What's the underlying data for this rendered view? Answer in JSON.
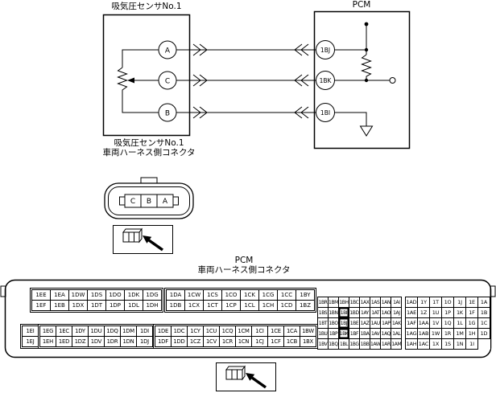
{
  "page": {
    "background": "#ffffff",
    "line_color": "#000000"
  },
  "circuit": {
    "sensor": {
      "label": "吸気圧センサNo.1",
      "pins": [
        "A",
        "C",
        "B"
      ]
    },
    "pcm": {
      "label": "PCM",
      "pins": [
        "1BJ",
        "1BK",
        "1BI"
      ]
    }
  },
  "sensor_connector": {
    "caption_line1": "吸気圧センサNo.1",
    "caption_line2": "車両ハーネス側コネクタ",
    "cells": [
      "C",
      "B",
      "A"
    ]
  },
  "pcm_connector": {
    "caption_line1": "PCM",
    "caption_line2": "車両ハーネス側コネクタ",
    "highlighted": [
      "1BI",
      "1BJ",
      "1BK"
    ],
    "left_top_group1": [
      [
        "1EE",
        "1EA",
        "1DW",
        "1DS",
        "1DO",
        "1DK",
        "1DG"
      ],
      [
        "1EF",
        "1EB",
        "1DX",
        "1DT",
        "1DP",
        "1DL",
        "1DH"
      ]
    ],
    "left_top_group2": [
      [
        "1DA",
        "1CW",
        "1CS",
        "1CO",
        "1CK",
        "1CG",
        "1CC",
        "1BY"
      ],
      [
        "1DB",
        "1CX",
        "1CT",
        "1CP",
        "1CL",
        "1CH",
        "1CD",
        "1BZ"
      ]
    ],
    "left_bottom_col": [
      [
        "1EI"
      ],
      [
        "1EJ"
      ]
    ],
    "left_bottom_group1": [
      [
        "1EG",
        "1EC",
        "1DY",
        "1DU",
        "1DQ",
        "1DM",
        "1DI"
      ],
      [
        "1EH",
        "1ED",
        "1DZ",
        "1DV",
        "1DR",
        "1DN",
        "1DJ"
      ]
    ],
    "left_bottom_group2": [
      [
        "1DE",
        "1DC",
        "1CY",
        "1CU",
        "1CQ",
        "1CM",
        "1CI",
        "1CE",
        "1CA",
        "1BW"
      ],
      [
        "1DF",
        "1DD",
        "1CZ",
        "1CV",
        "1CR",
        "1CN",
        "1CJ",
        "1CF",
        "1CB",
        "1BX"
      ]
    ],
    "middle_block": [
      [
        "1BR",
        "1BM",
        "1BH",
        "1BC",
        "1AX",
        "1AS",
        "1AN",
        "1AI"
      ],
      [
        "1BS",
        "1BN",
        "1BI",
        "1BD",
        "1AY",
        "1AT",
        "1AO",
        "1AJ"
      ],
      [
        "1BT",
        "1BO",
        "1BJ",
        "1BE",
        "1AZ",
        "1AU",
        "1AP",
        "1AK"
      ],
      [
        "1BU",
        "1BP",
        "1BK",
        "1BF",
        "1BA",
        "1AV",
        "1AQ",
        "1AL"
      ],
      [
        "1BV",
        "1BQ",
        "1BL",
        "1BG",
        "1BB",
        "1AW",
        "1AR",
        "1AM"
      ]
    ],
    "right_block": [
      [
        "1AD",
        "1Y",
        "1T",
        "1O",
        "1J",
        "1E",
        "1A"
      ],
      [
        "1AE",
        "1Z",
        "1U",
        "1P",
        "1K",
        "1F",
        "1B"
      ],
      [
        "1AF",
        "1AA",
        "1V",
        "1Q",
        "1L",
        "1G",
        "1C"
      ],
      [
        "1AG",
        "1AB",
        "1W",
        "1R",
        "1M",
        "1H",
        "1D"
      ],
      [
        "1AH",
        "1AC",
        "1X",
        "1S",
        "1N",
        "1I",
        ""
      ]
    ]
  }
}
